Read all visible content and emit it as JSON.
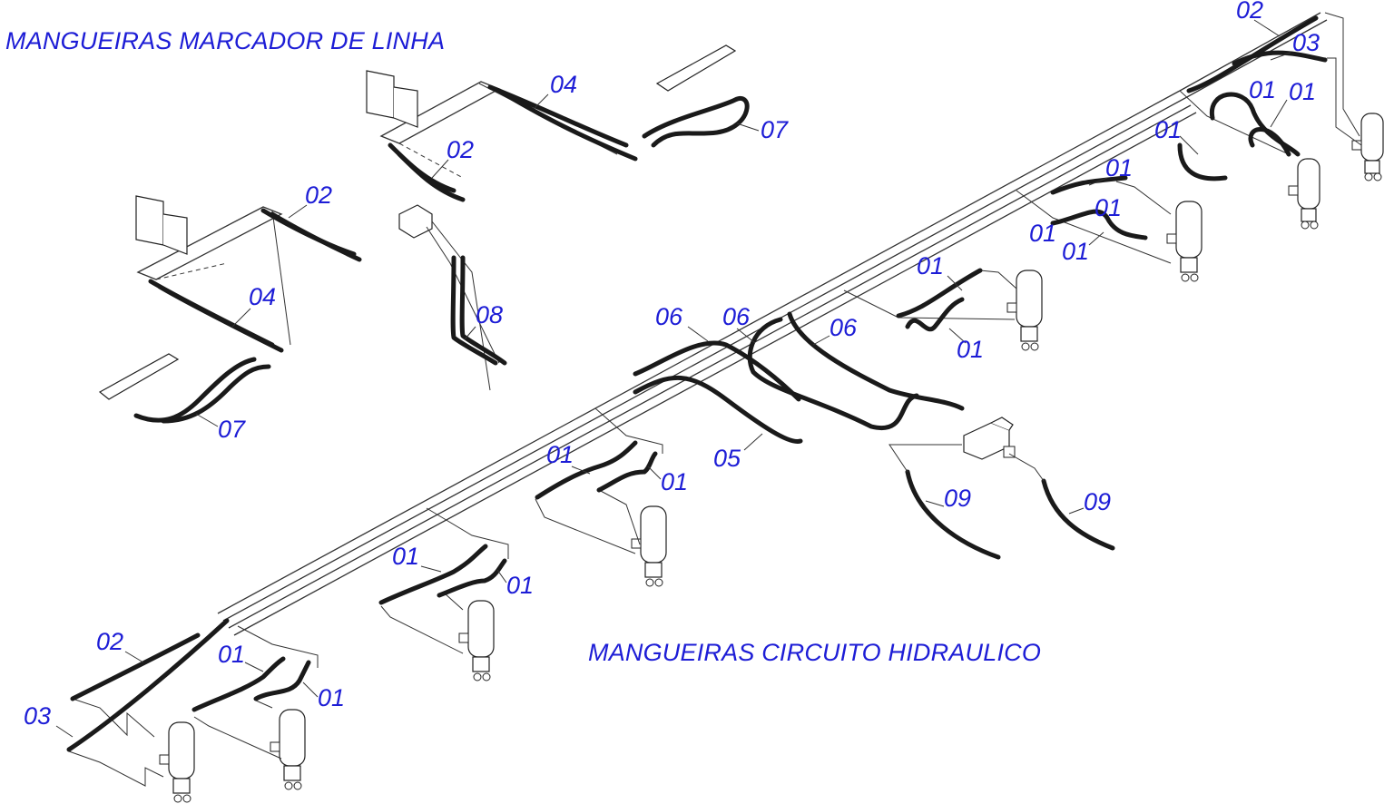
{
  "titles": {
    "line_marker": "MANGUEIRAS MARCADOR DE LINHA",
    "hydraulic": "MANGUEIRAS CIRCUITO HIDRAULICO"
  },
  "colors": {
    "label_text": "#1d1dd6",
    "line_art": "#1a1a1a",
    "background": "#ffffff"
  },
  "callouts": [
    "02",
    "03",
    "01",
    "01",
    "01",
    "01",
    "01",
    "01",
    "01",
    "04",
    "07",
    "02",
    "02",
    "04",
    "08",
    "07",
    "06",
    "06",
    "06",
    "01",
    "01",
    "05",
    "09",
    "09",
    "01",
    "01",
    "02",
    "01",
    "01",
    "03",
    "01",
    "01"
  ]
}
